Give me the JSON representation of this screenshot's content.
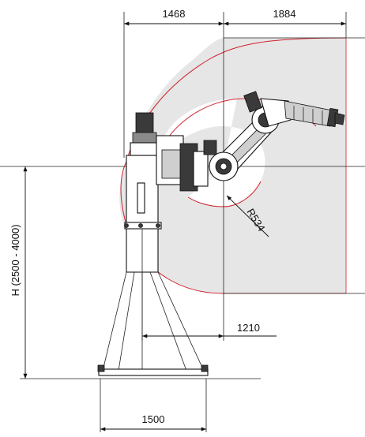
{
  "dimensions": {
    "reach_back": "1468",
    "reach_front": "1884",
    "radius": "R534",
    "offset": "1210",
    "height": "H (2500 - 4000)",
    "base_width": "1500"
  },
  "colors": {
    "envelope_fill": "#e6e6e6",
    "envelope_stroke": "#d0202a",
    "line": "#111111"
  }
}
